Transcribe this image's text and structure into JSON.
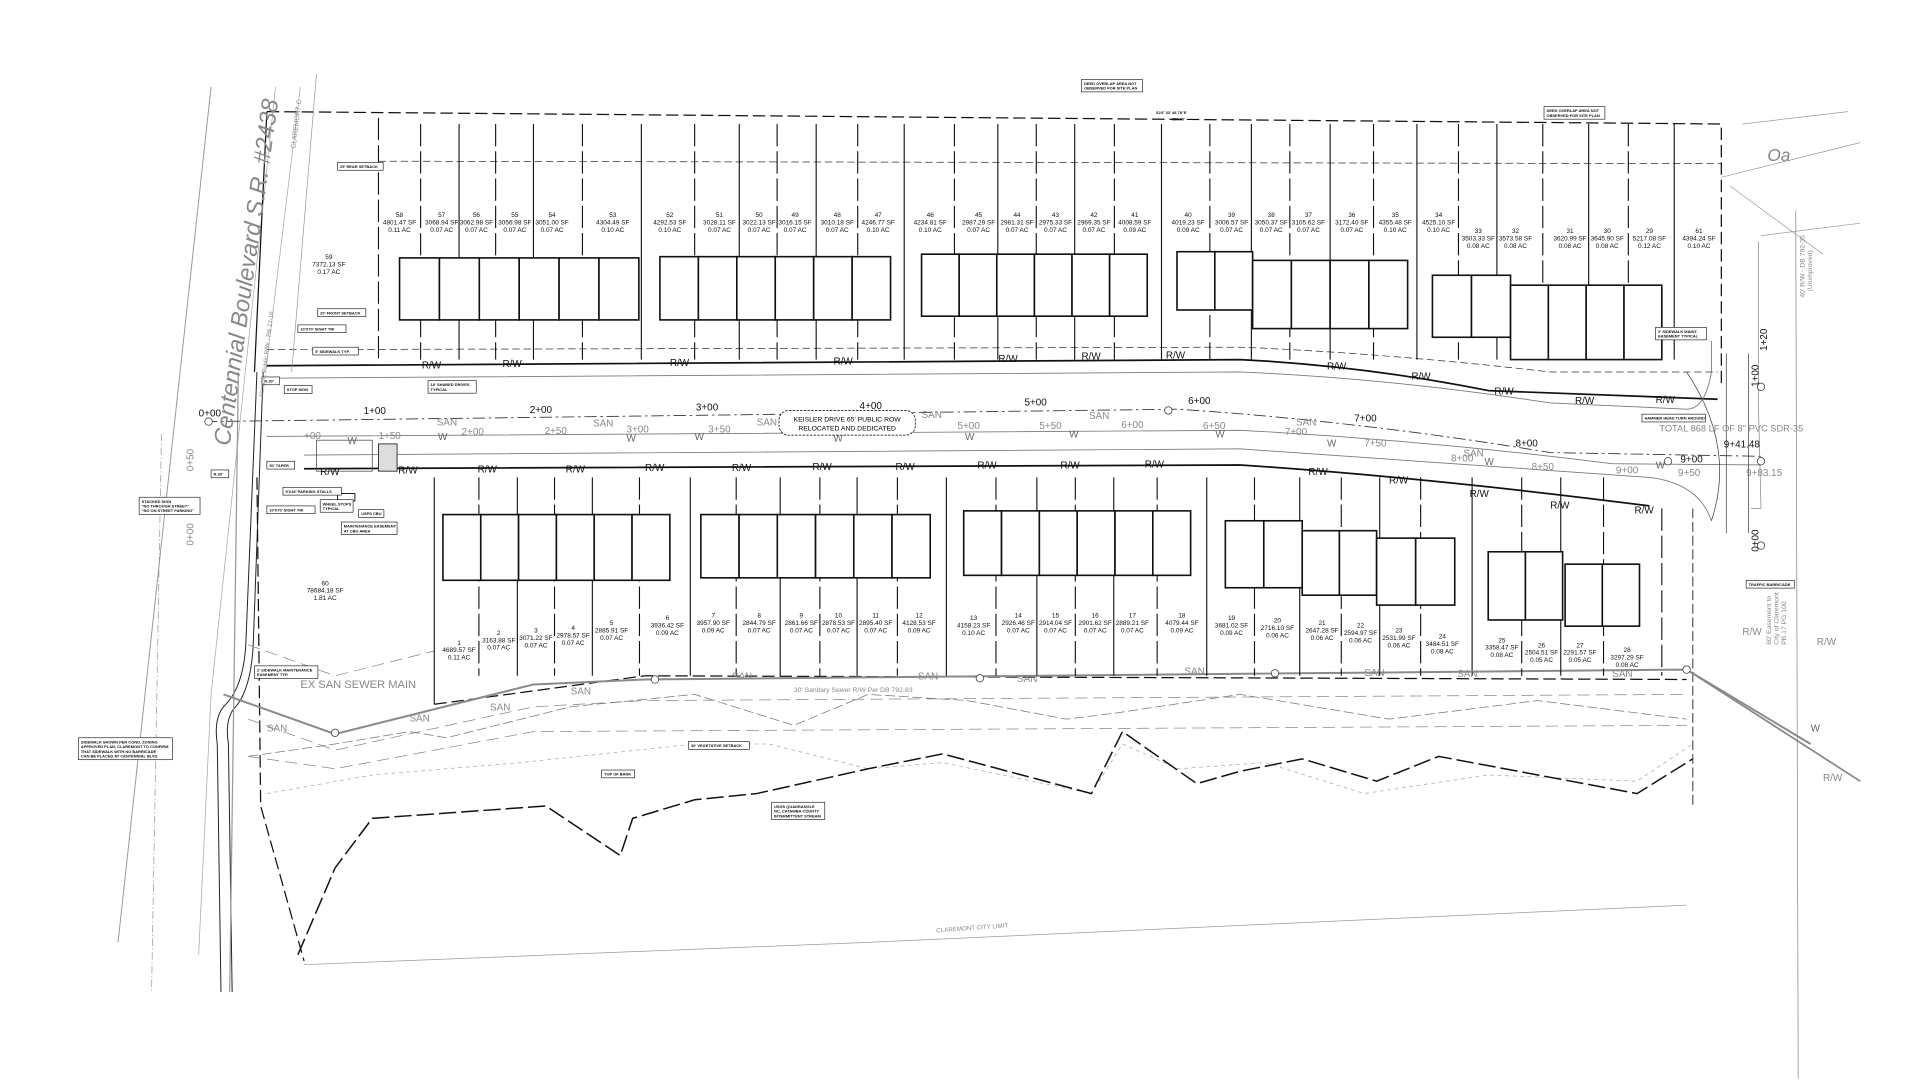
{
  "line_labels": {
    "rw": "R/W",
    "san": "SAN",
    "water": "W"
  },
  "top_lots": [
    {
      "num": "58",
      "sf": "4801.47 SF",
      "ac": "0.11 AC"
    },
    {
      "num": "57",
      "sf": "3068.94 SF",
      "ac": "0.07 AC"
    },
    {
      "num": "56",
      "sf": "3062.98 SF",
      "ac": "0.07 AC"
    },
    {
      "num": "55",
      "sf": "3056.98 SF",
      "ac": "0.07 AC"
    },
    {
      "num": "54",
      "sf": "3051.00 SF",
      "ac": "0.07 AC"
    },
    {
      "num": "53",
      "sf": "4304.49 SF",
      "ac": "0.10 AC"
    },
    {
      "num": "52",
      "sf": "4292.53 SF",
      "ac": "0.10 AC"
    },
    {
      "num": "51",
      "sf": "3028.11 SF",
      "ac": "0.07 AC"
    },
    {
      "num": "50",
      "sf": "3022.13 SF",
      "ac": "0.07 AC"
    },
    {
      "num": "49",
      "sf": "3016.15 SF",
      "ac": "0.07 AC"
    },
    {
      "num": "48",
      "sf": "3010.18 SF",
      "ac": "0.07 AC"
    },
    {
      "num": "47",
      "sf": "4246.77 SF",
      "ac": "0.10 AC"
    },
    {
      "num": "46",
      "sf": "4234.81 SF",
      "ac": "0.10 AC"
    },
    {
      "num": "45",
      "sf": "2987.29 SF",
      "ac": "0.07 AC"
    },
    {
      "num": "44",
      "sf": "2981.31 SF",
      "ac": "0.07 AC"
    },
    {
      "num": "43",
      "sf": "2975.33 SF",
      "ac": "0.07 AC"
    },
    {
      "num": "42",
      "sf": "2969.35 SF",
      "ac": "0.07 AC"
    },
    {
      "num": "41",
      "sf": "4008.59 SF",
      "ac": "0.09 AC"
    },
    {
      "num": "40",
      "sf": "4019.23 SF",
      "ac": "0.09 AC"
    },
    {
      "num": "39",
      "sf": "3006.57 SF",
      "ac": "0.07 AC"
    },
    {
      "num": "38",
      "sf": "3050.37 SF",
      "ac": "0.07 AC"
    },
    {
      "num": "37",
      "sf": "3105.62 SF",
      "ac": "0.07 AC"
    },
    {
      "num": "36",
      "sf": "3172.40 SF",
      "ac": "0.07 AC"
    },
    {
      "num": "35",
      "sf": "4355.48 SF",
      "ac": "0.10 AC"
    },
    {
      "num": "34",
      "sf": "4525.10 SF",
      "ac": "0.10 AC"
    },
    {
      "num": "33",
      "sf": "3503.33 SF",
      "ac": "0.08 AC"
    },
    {
      "num": "32",
      "sf": "3573.58 SF",
      "ac": "0.08 AC"
    },
    {
      "num": "31",
      "sf": "3620.99 SF",
      "ac": "0.08 AC"
    },
    {
      "num": "30",
      "sf": "3645.90 SF",
      "ac": "0.08 AC"
    },
    {
      "num": "29",
      "sf": "5217.08 SF",
      "ac": "0.12 AC"
    },
    {
      "num": "61",
      "sf": "4394.24 SF",
      "ac": "0.10 AC"
    }
  ],
  "bottom_lots": [
    {
      "num": "1",
      "sf": "4689.57 SF",
      "ac": "0.11 AC"
    },
    {
      "num": "2",
      "sf": "3163.88 SF",
      "ac": "0.07 AC"
    },
    {
      "num": "3",
      "sf": "3071.22 SF",
      "ac": "0.07 AC"
    },
    {
      "num": "4",
      "sf": "2978.57 SF",
      "ac": "0.07 AC"
    },
    {
      "num": "5",
      "sf": "2885.91 SF",
      "ac": "0.07 AC"
    },
    {
      "num": "6",
      "sf": "3936.42 SF",
      "ac": "0.09 AC"
    },
    {
      "num": "7",
      "sf": "3957.90 SF",
      "ac": "0.09 AC"
    },
    {
      "num": "8",
      "sf": "2844.79 SF",
      "ac": "0.07 AC"
    },
    {
      "num": "9",
      "sf": "2861.66 SF",
      "ac": "0.07 AC"
    },
    {
      "num": "10",
      "sf": "2878.53 SF",
      "ac": "0.07 AC"
    },
    {
      "num": "11",
      "sf": "2895.40 SF",
      "ac": "0.07 AC"
    },
    {
      "num": "12",
      "sf": "4128.53 SF",
      "ac": "0.09 AC"
    },
    {
      "num": "13",
      "sf": "4158.23 SF",
      "ac": "0.10 AC"
    },
    {
      "num": "14",
      "sf": "2926.46 SF",
      "ac": "0.07 AC"
    },
    {
      "num": "15",
      "sf": "2914.04 SF",
      "ac": "0.07 AC"
    },
    {
      "num": "16",
      "sf": "2901.62 SF",
      "ac": "0.07 AC"
    },
    {
      "num": "17",
      "sf": "2889.21 SF",
      "ac": "0.07 AC"
    },
    {
      "num": "18",
      "sf": "4079.44 SF",
      "ac": "0.09 AC"
    },
    {
      "num": "19",
      "sf": "3681.02 SF",
      "ac": "0.09 AC"
    },
    {
      "num": "20",
      "sf": "2716.10 SF",
      "ac": "0.06 AC"
    },
    {
      "num": "21",
      "sf": "2647.28 SF",
      "ac": "0.06 AC"
    },
    {
      "num": "22",
      "sf": "2594.97 SF",
      "ac": "0.06 AC"
    },
    {
      "num": "23",
      "sf": "2531.99 SF",
      "ac": "0.06 AC"
    },
    {
      "num": "24",
      "sf": "3484.51 SF",
      "ac": "0.08 AC"
    },
    {
      "num": "25",
      "sf": "3358.47 SF",
      "ac": "0.08 AC"
    },
    {
      "num": "26",
      "sf": "2504.51 SF",
      "ac": "0.05 AC"
    },
    {
      "num": "27",
      "sf": "2291.57 SF",
      "ac": "0.05 AC"
    },
    {
      "num": "28",
      "sf": "3297.29 SF",
      "ac": "0.08 AC"
    }
  ],
  "lot_59": {
    "num": "59",
    "sf": "7372.13 SF",
    "ac": "0.17 AC"
  },
  "lot_60": {
    "num": "60",
    "sf": "78684.18 SF",
    "ac": "1.81 AC"
  },
  "annotations": {
    "deed_overlap_1": [
      "DEED OVERLAP AREA NOT",
      "OBSERVED FOR SITE PLAN"
    ],
    "deed_overlap_2": [
      "DEED OVERLAP AREA NOT",
      "OBSERVED FOR SITE PLAN"
    ],
    "rear_setback": [
      "25' REAR SETBACK"
    ],
    "front_setback": [
      "20' FRONT SETBACK"
    ],
    "sight_tri_1": [
      "10'X70' SIGHT TRI"
    ],
    "sidewalk_typ": [
      "5' SIDEWALK TYP."
    ],
    "shared_drives": [
      "16' SHARED DRIVES",
      "TYPICAL"
    ],
    "stop_sign": [
      "STOP SIGN"
    ],
    "radius_1": [
      "R.30'"
    ],
    "radius_2": [
      "R.30'"
    ],
    "taper": [
      "50' TAPER"
    ],
    "stacked_sign": [
      "STACKED SIGN",
      "\"NO THROUGH STREET\"",
      "\"NO ON STREET PARKING\""
    ],
    "parking_stalls": [
      "9'X18' PARKING STALLS"
    ],
    "wheel_stops": [
      "WHEEL STOPS",
      "TYPICAL"
    ],
    "sight_tri_2": [
      "10'X70' SIGHT TRI"
    ],
    "usps_cbu": [
      "USPS CBU"
    ],
    "maint_easement": [
      "MAINTENANCE EASEMENT",
      "AT CBU AREA"
    ],
    "sidewalk_maint_left": [
      "2' SIDEWALK MAINTENANCE",
      "EASEMENT TYP."
    ],
    "sidewalk_note": [
      "SIDEWALK SHOWN PER COND. ZONING",
      "APPROVED PLAN, CLAREMONT TO CONFIRM",
      "THAT SIDEWALK WITH NO BARRICADE",
      "CAN BE PLACED AT CENTENNIAL BLVD."
    ],
    "vegetative_setback": [
      "30' VEGETATIVE SETBACK"
    ],
    "top_of_bank": [
      "TOP OF BANK"
    ],
    "usgs_stream": [
      "USGS QUADRANGLE",
      "NC, CATAWBA COUNTY",
      "INTERMITTENT STREAM"
    ],
    "hammer_head": [
      "HAMMER HEAD TURN AROUND"
    ],
    "traffic_barricade": [
      "TRAFFIC BARRICADE"
    ],
    "sidewalk_maint_right": [
      "2' SIDEWALK MAINT.",
      "EASEMENT TYPICAL"
    ]
  },
  "bearing": {
    "line1": "S24° 33' 46.78\"E",
    "line2": "856.60'"
  },
  "keisler_drive": {
    "line1": "KEISLER DRIVE 65' PUBLIC ROW",
    "line2": "RELOCATED AND DEDICATED"
  },
  "ex_san_sewer": "EX SAN SEWER MAIN",
  "sanitary_row": "30' Sanitary Sewer R/W Per DB 792-83",
  "city_limit": "CLAREMONT CITY LIMIT",
  "sewer_total": "TOTAL 868 LF OF 8\" PVC SDR-35",
  "streets": {
    "centennial": "Centennial Boulevard S.R. #2438",
    "centennial_row": "Variable Public R/W - PB 27-16",
    "claremont": "CLAREMONT C",
    "oak": "Oa",
    "right_row": [
      "40' R/W - DB 792-35",
      "(Unimproved)"
    ],
    "easement": [
      "60' Easement to",
      "City of Claremont",
      "PB 17 PG 100"
    ]
  },
  "stations_main": [
    "0+00",
    "1+00",
    "2+00",
    "3+00",
    "4+00",
    "5+00",
    "6+00",
    "7+00",
    "8+00",
    "9+00",
    "9+41.48"
  ],
  "stations_water": [
    "+00",
    "1+50",
    "2+00",
    "2+50",
    "3+00",
    "3+50",
    "5+00",
    "5+50",
    "6+00",
    "6+50",
    "7+00",
    "7+50",
    "8+00",
    "8+50",
    "9+00",
    "9+50",
    "9+83.15"
  ],
  "stations_side": [
    "1+00",
    "1+20",
    "0+00",
    "0+00",
    "0+50"
  ]
}
